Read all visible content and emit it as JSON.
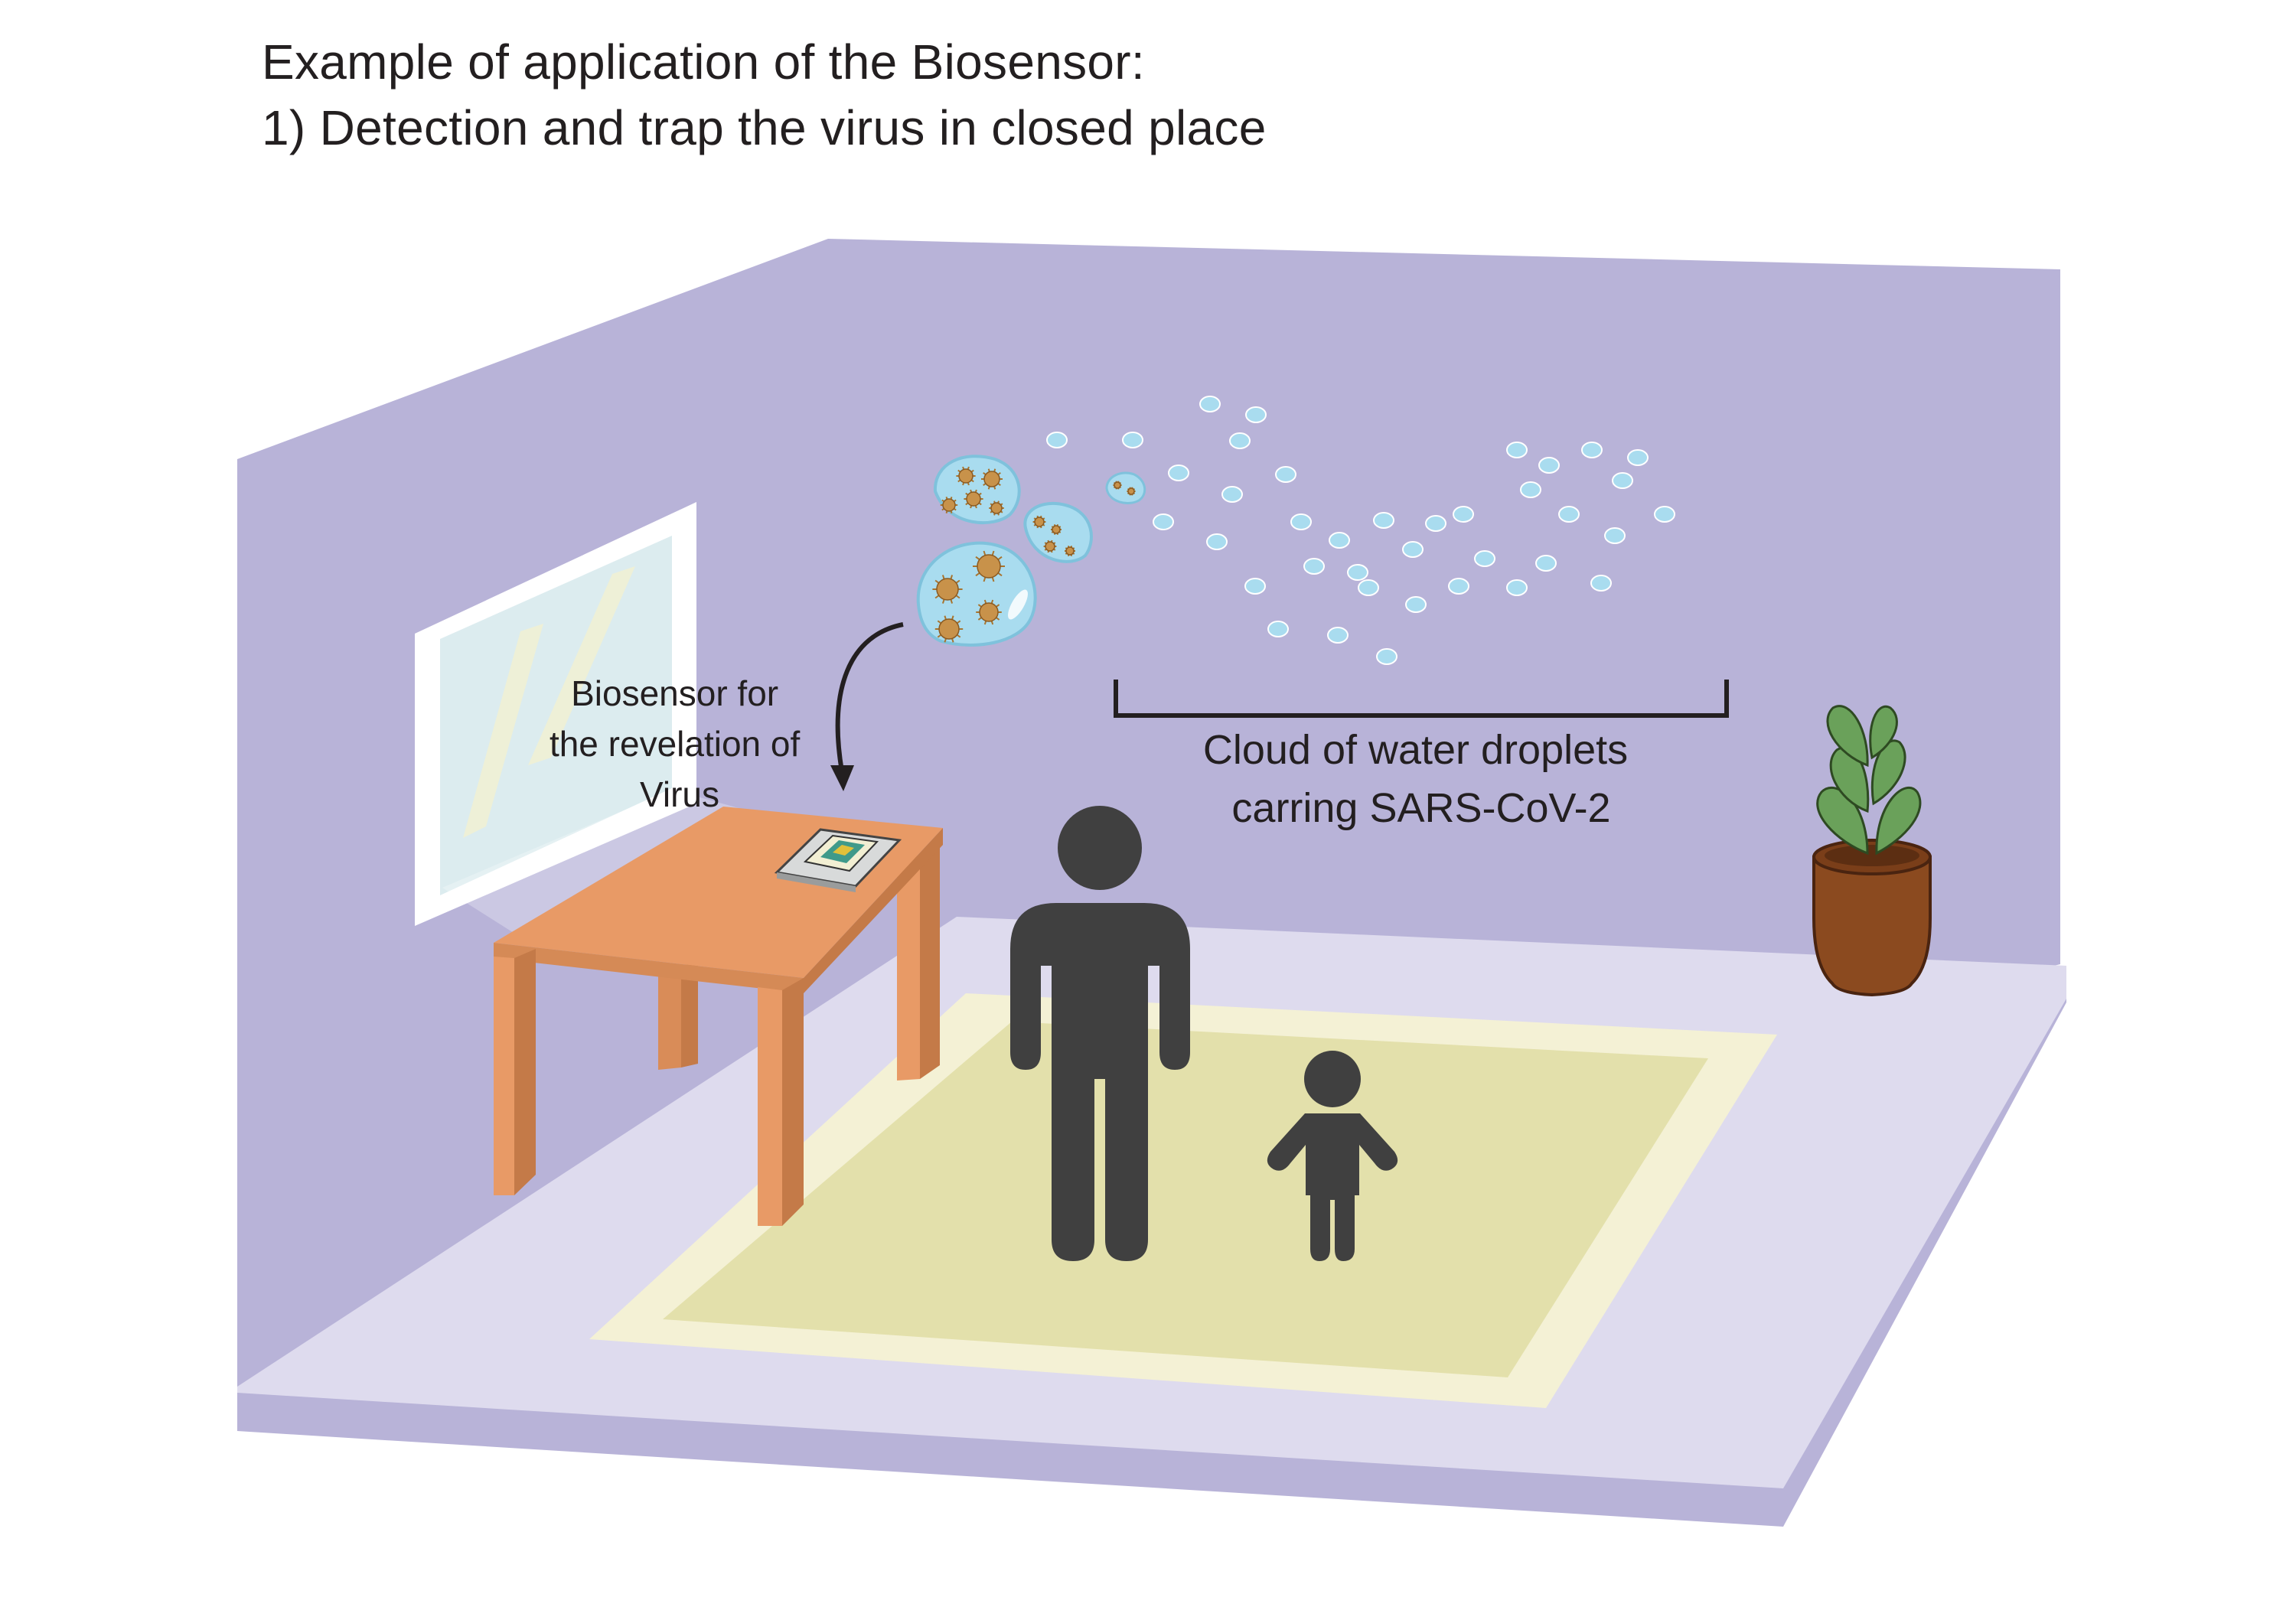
{
  "title": {
    "line1": "Example of application of the Biosensor:",
    "line2": "1) Detection and trap the virus in closed place"
  },
  "labels": {
    "biosensor": [
      "Biosensor for",
      "the revelation of",
      "Virus"
    ],
    "cloud": [
      "Cloud of water droplets",
      "carring SARS-CoV-2"
    ]
  },
  "colors": {
    "wall": "#b8b3d8",
    "floor": "#dedbee",
    "floor_edge": "#b8b3d8",
    "rug_border": "#f4f1d5",
    "rug": "#e3e0ab",
    "table_top": "#e89a66",
    "table_edge": "#d58a56",
    "person": "#404040",
    "droplet": "#a9dcef",
    "virus": "#c8924a",
    "plant_leaf": "#6aa15a",
    "pot": "#8b4a1f"
  }
}
